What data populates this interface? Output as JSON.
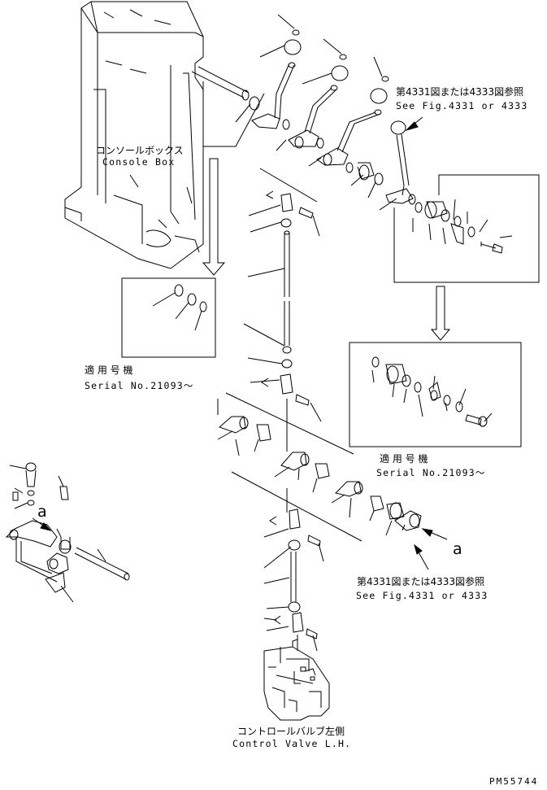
{
  "labels": {
    "console_box_jp": "コンソールボックス",
    "console_box_en": "Console Box",
    "serial1_jp": "適 用 号 機",
    "serial1_en": "Serial No.21093～",
    "serial2_jp": "適 用 号 機",
    "serial2_en": "Serial No.21093～",
    "ref_top_jp": "第4331図または4333図参照",
    "ref_top_en": "See Fig.4331 or 4333",
    "ref_bottom_jp": "第4331図または4333図参照",
    "ref_bottom_en": "See Fig.4331 or 4333",
    "view_a_left": "a",
    "view_a_right": "a",
    "control_valve_jp": "コントロールバルブ左側",
    "control_valve_en": "Control Valve L.H.",
    "drawing_code": "PM55744"
  },
  "colors": {
    "line": "#000000",
    "background": "#ffffff"
  }
}
